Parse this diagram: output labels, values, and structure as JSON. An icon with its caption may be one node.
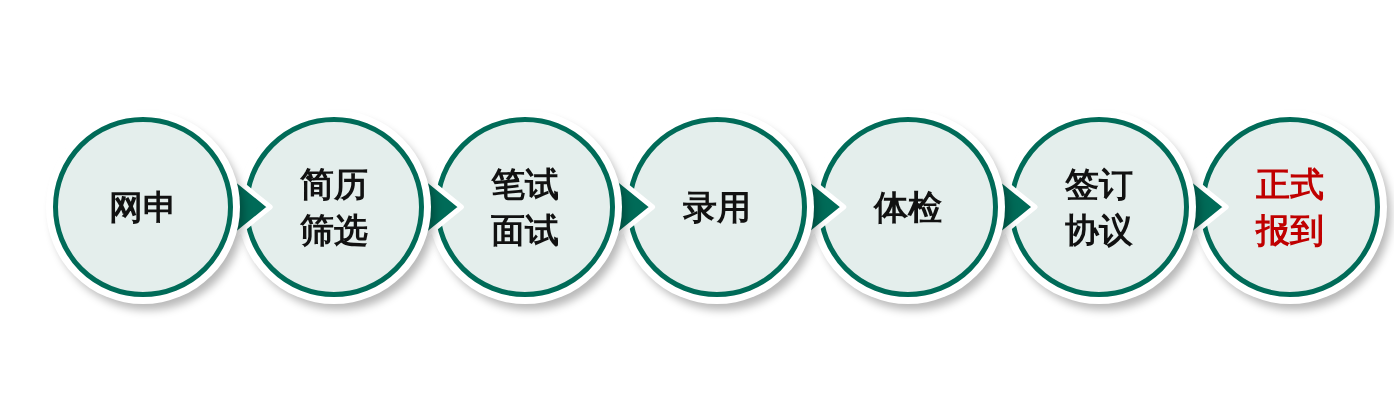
{
  "diagram": {
    "nodes": [
      {
        "text": [
          "网申"
        ]
      },
      {
        "text": [
          "简历筛选"
        ]
      },
      {
        "text": [
          "笔试面试"
        ]
      },
      {
        "text": [
          "录用"
        ]
      },
      {
        "text": [
          "体检"
        ]
      },
      {
        "text": [
          "签订协议"
        ]
      },
      {
        "text": [
          "正式报到"
        ]
      }
    ],
    "edges": [
      {
        "from": 0,
        "to": 1,
        "arrow": "to"
      },
      {
        "from": 1,
        "to": 2,
        "arrow": "to"
      },
      {
        "from": 2,
        "to": 3,
        "arrow": "to"
      },
      {
        "from": 3,
        "to": 4,
        "arrow": "to"
      },
      {
        "from": 4,
        "to": 5,
        "arrow": "to"
      },
      {
        "from": 5,
        "to": 6,
        "arrow": "to"
      }
    ]
  }
}
